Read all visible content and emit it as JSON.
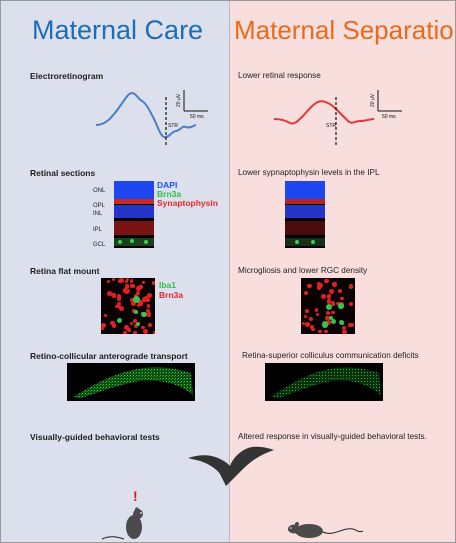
{
  "headers": {
    "left": "Maternal Care",
    "right": "Maternal Separation"
  },
  "sections": {
    "erg": {
      "left": "Electroretinogram",
      "right": "Lower retinal response"
    },
    "sections": {
      "left": "Retinal sections",
      "right": "Lower sypnaptophysin levels in the IPL"
    },
    "flat": {
      "left": "Retina flat mount",
      "right": "Microgliosis and lower RGC density"
    },
    "transport": {
      "left": "Retino-collicular anterograde transport",
      "right": "Retina-superior colliculus communication deficits"
    },
    "behavior": {
      "left": "Visually-guided behavioral tests",
      "right": "Altered response in visually-guided behavioral tests."
    }
  },
  "erg_scale": {
    "stim": "STR",
    "amplitude": "20 µV",
    "time": "50 ms"
  },
  "layers": [
    "ONL",
    "OPL",
    "INL",
    "IPL",
    "GCL"
  ],
  "stains_sections": [
    "DAPI",
    "Brn3a",
    "Synaptophysin"
  ],
  "stains_flat": [
    "Iba1",
    "Brn3a"
  ],
  "alert": "!",
  "colors": {
    "left_bg": "#dcdfec",
    "right_bg": "#f9dede",
    "left_title": "#1f6db6",
    "right_title": "#ea6a1c",
    "erg_left": "#4a7fc1",
    "erg_right": "#e0393e",
    "dapi": "#1e55ff",
    "brn3a": "#2fbf4a",
    "synaptophysin": "#e32b2b"
  }
}
